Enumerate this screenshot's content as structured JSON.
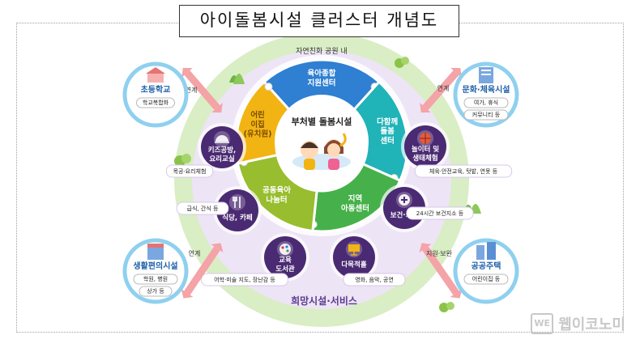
{
  "title": "아이돌봄시설 클러스터 개념도",
  "park_label": "자연친화 공원 내",
  "center_label": "부처별 돌봄시설",
  "services_label": "희망시설·서비스",
  "watermark": "웹이코노미",
  "watermark_mark": "WE",
  "colors": {
    "outer_ring": "#d9eec4",
    "services_ring": "#ede4f6",
    "blue": "#2f7fd2",
    "teal": "#20b3b7",
    "green": "#46b14a",
    "olive": "#98bd2e",
    "yellow": "#f2b413",
    "pill_purple": "#4a2a72",
    "arrow": "#f4a3a7"
  },
  "core_segments": [
    {
      "lines": [
        "육아종합",
        "지원센터"
      ]
    },
    {
      "lines": [
        "다함께",
        "돌봄",
        "센터"
      ]
    },
    {
      "lines": [
        "지역",
        "아동센터"
      ]
    },
    {
      "lines": [
        "공동육아",
        "나눔터"
      ]
    },
    {
      "lines": [
        "어린",
        "이집",
        "(유치원)"
      ]
    }
  ],
  "services": [
    {
      "lines": [
        "놀이터 및",
        "생태체험"
      ],
      "icon": "basketball-icon",
      "tag": "체육·안전교육, 텃밭, 연못 등"
    },
    {
      "lines": [
        "보건·의료"
      ],
      "icon": "clinic-icon",
      "tag": "24시간 보건지소 등"
    },
    {
      "lines": [
        "다목적홀"
      ],
      "icon": "screen-icon",
      "tag": "영화, 음악, 공연"
    },
    {
      "lines": [
        "교육",
        "도서관"
      ],
      "icon": "palette-icon",
      "tag": "어학·미술 지도, 장난감 등"
    },
    {
      "lines": [
        "식당, 카페"
      ],
      "icon": "fork-knife-icon",
      "tag": "급식, 간식 등"
    },
    {
      "lines": [
        "키즈공방,",
        "요리교실"
      ],
      "icon": "cloche-icon",
      "tag": "목공·요리체험"
    }
  ],
  "externals": [
    {
      "title": "초등학교",
      "items": [
        "학교복합화"
      ],
      "icon": "school-icon",
      "link": "연계"
    },
    {
      "title": "문화·체육시설",
      "items": [
        "여가, 휴식",
        "커뮤니티 등"
      ],
      "icon": "building-icon",
      "link": "연계"
    },
    {
      "title": "생활편의시설",
      "items": [
        "학원, 병원",
        "상가 등"
      ],
      "icon": "shop-icon",
      "link": "연계"
    },
    {
      "title": "공공주택",
      "items": [
        "어린이집 등"
      ],
      "icon": "apartment-icon",
      "link": "지원·보완"
    }
  ]
}
